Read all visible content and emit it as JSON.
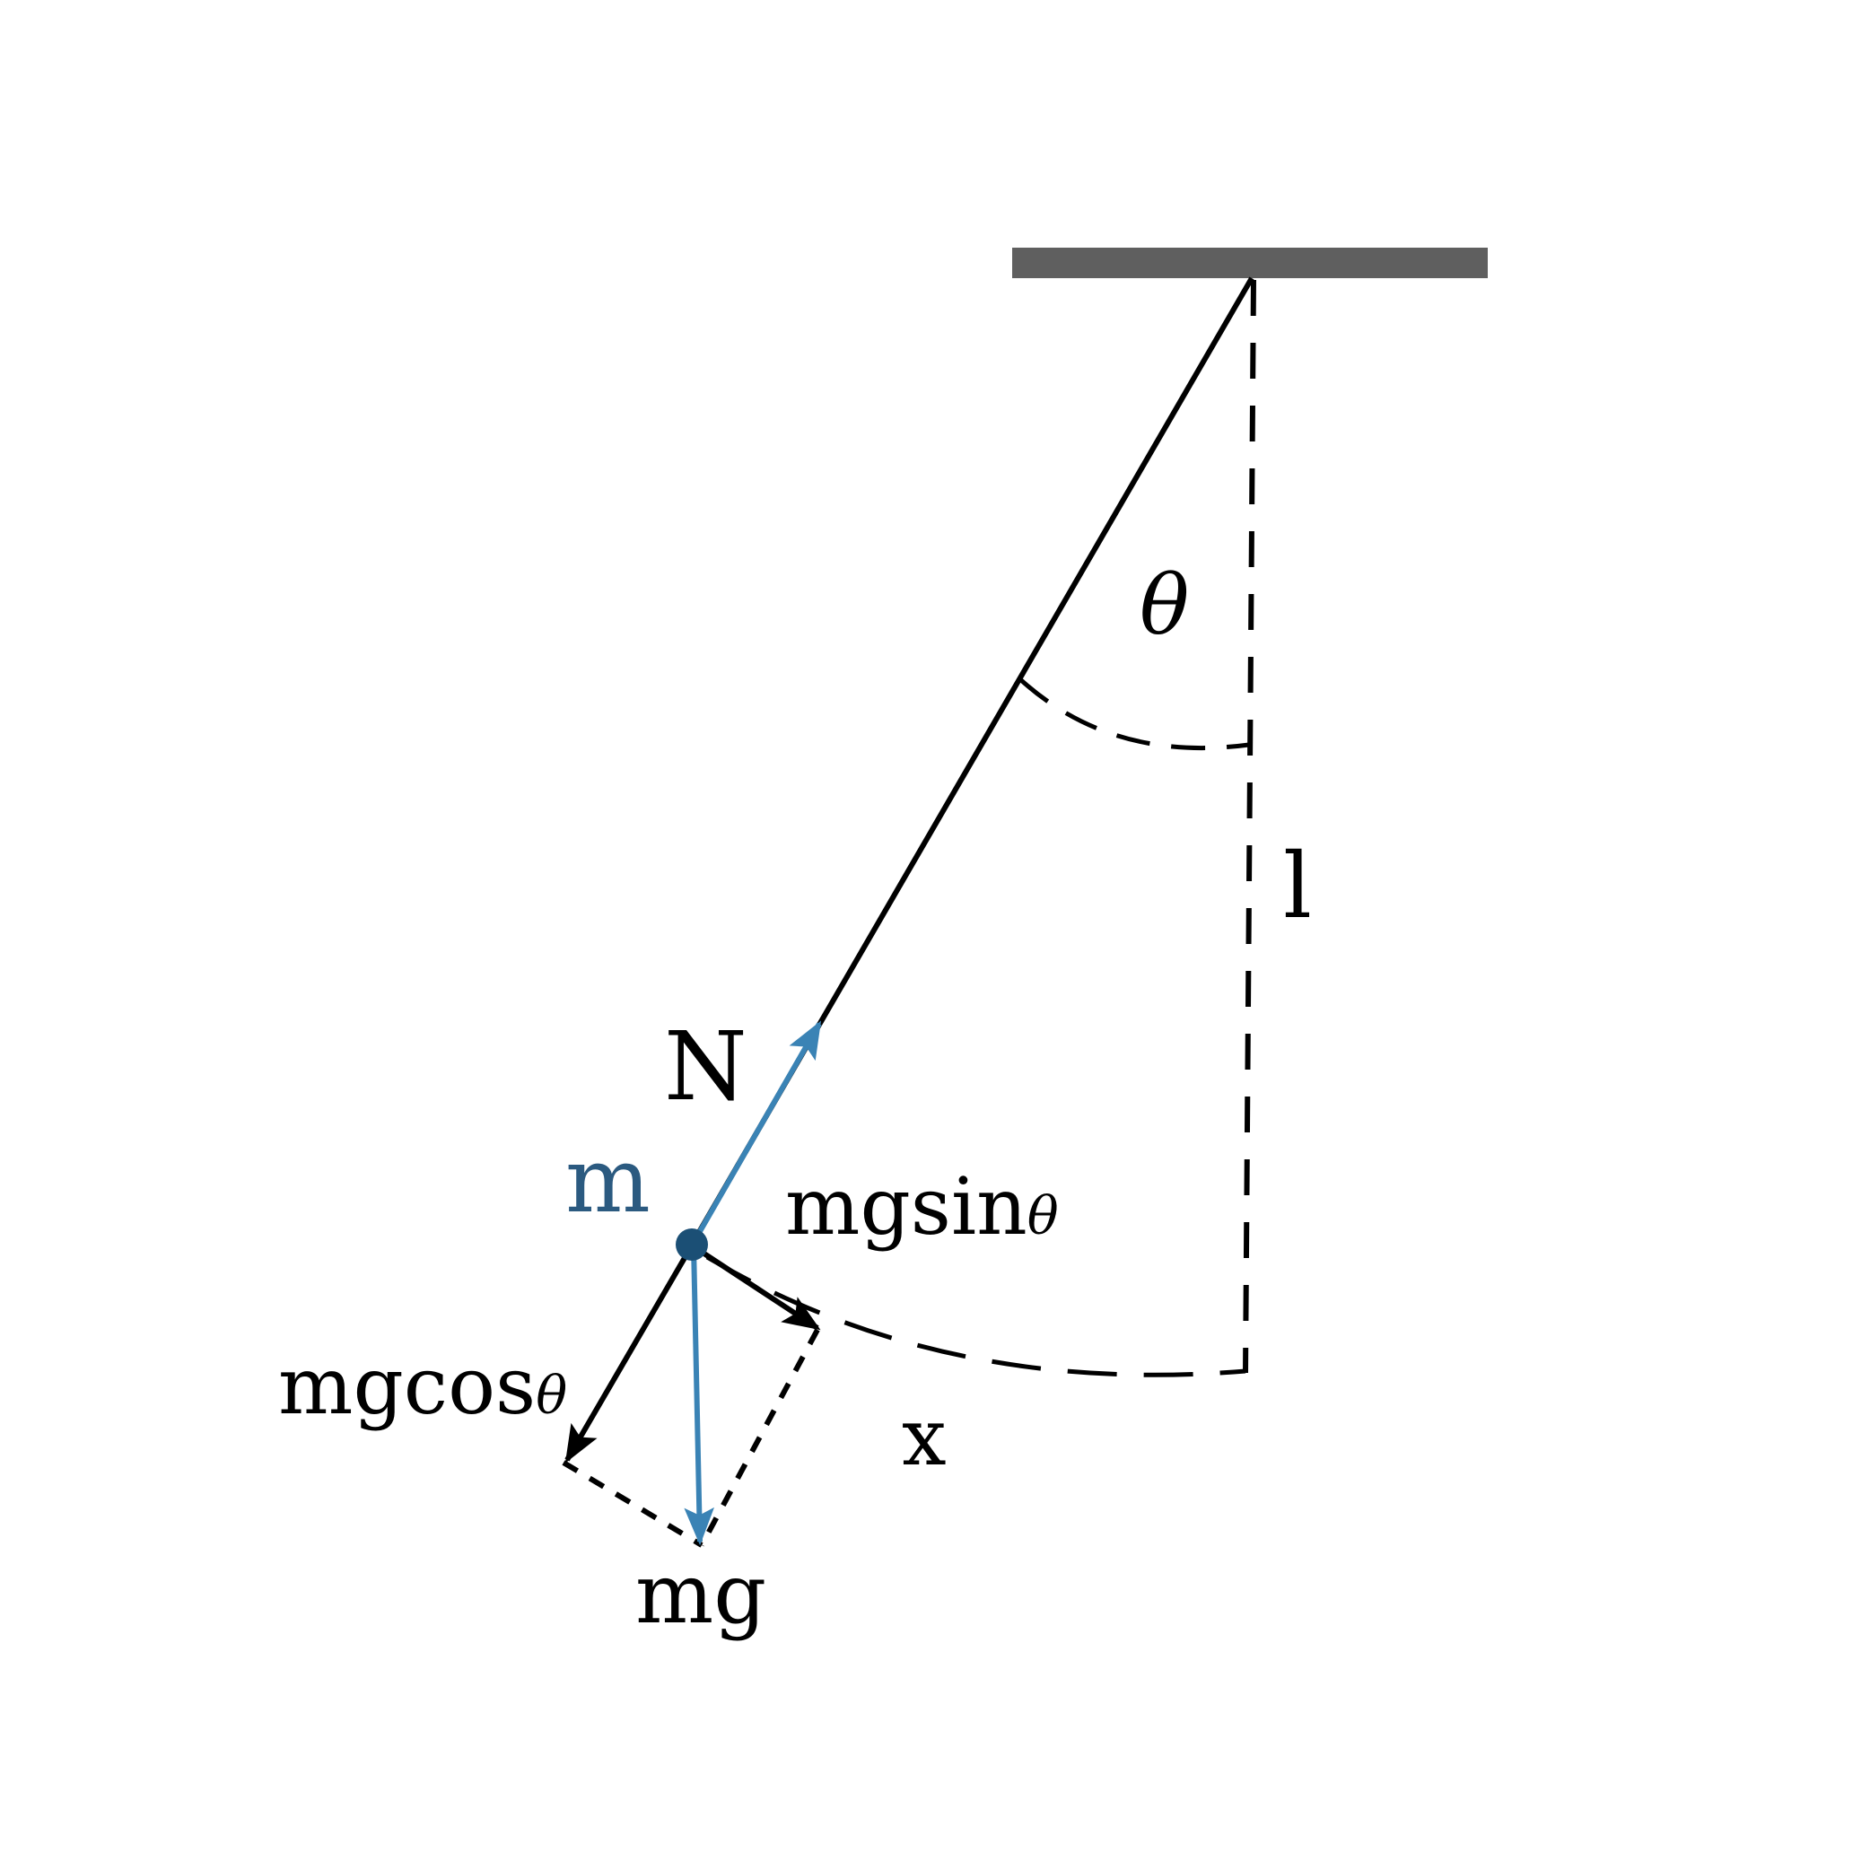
{
  "labels": {
    "theta": "θ",
    "length": "l",
    "tension": "N",
    "mass": "m",
    "tangential_prefix": "mgsin",
    "tangential_suffix": "θ",
    "radial_prefix": "mgcos",
    "radial_suffix": "θ",
    "weight": "mg",
    "displacement": "x"
  },
  "colors": {
    "ceiling": "#5f5f5f",
    "line": "#000000",
    "force_accent": "#3a83b5",
    "mass_dot": "#1b4f75",
    "mass_label": "#2b5a80"
  }
}
